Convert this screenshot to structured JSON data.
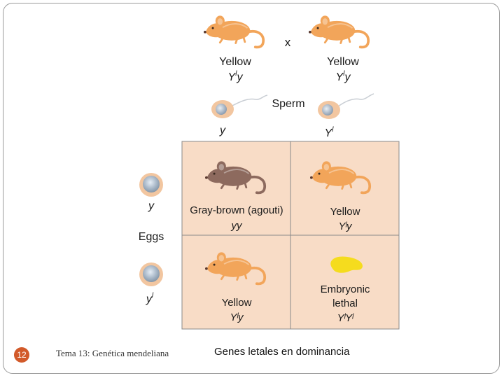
{
  "figure": {
    "cross_symbol": "x",
    "parents": [
      {
        "phenotype": "Yellow",
        "genotype_base": "Y",
        "genotype_sup": "l",
        "genotype_rest": "y"
      },
      {
        "phenotype": "Yellow",
        "genotype_base": "Y",
        "genotype_sup": "l",
        "genotype_rest": "y"
      }
    ],
    "sperm_label": "Sperm",
    "sperm_alleles": [
      {
        "base": "y",
        "sup": ""
      },
      {
        "base": "Y",
        "sup": "l"
      }
    ],
    "eggs_label": "Eggs",
    "egg_alleles": [
      {
        "base": "y",
        "sup": ""
      },
      {
        "base": "y",
        "sup": "l"
      }
    ],
    "cells": [
      {
        "line1": "Gray-brown (agouti)",
        "line2": "",
        "geno": "yy"
      },
      {
        "line1": "Yellow",
        "line2": "",
        "geno": "Yˡy"
      },
      {
        "line1": "Yellow",
        "line2": "",
        "geno": "Yˡy"
      },
      {
        "line1": "Embryonic",
        "line2": "lethal",
        "geno": "YˡYˡ"
      }
    ],
    "colors": {
      "yellow_mouse": "#f2a55a",
      "brown_mouse": "#8d6a5e",
      "grid_fill": "#f8dcc6",
      "grid_line": "#8a8a8a",
      "lethal_embryo": "#f5dc1e"
    }
  },
  "footer": {
    "slide_number": "12",
    "course": "Tema 13: Genética mendeliana",
    "title": "Genes letales en dominancia"
  }
}
